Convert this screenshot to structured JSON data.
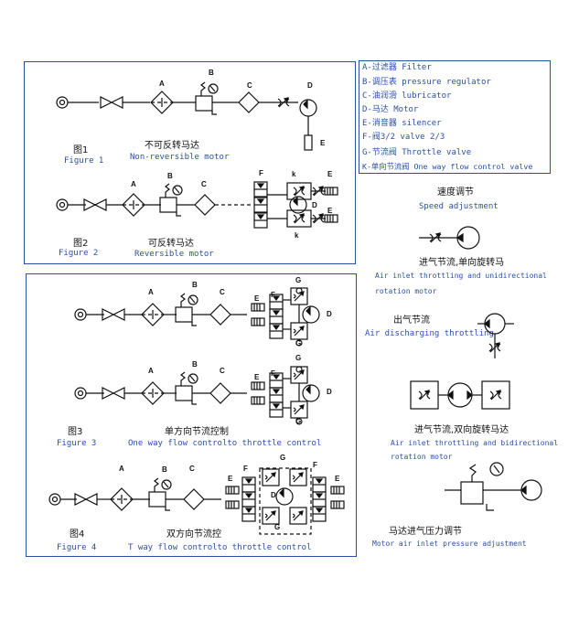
{
  "legend": [
    "A-过滤器  Filter",
    "B-调压表 pressure regulator",
    "C-油润滑 lubricator",
    "D-马达 Motor",
    "E-消音器 silencer",
    "F-阀3/2  valve 2/3",
    "G-节流阀 Throttle valve",
    "K-单向节流阀 One way flow control valve"
  ],
  "fig1": {
    "num_cn": "图1",
    "num_en": "Figure 1",
    "title_cn": "不可反转马达",
    "title_en": "Non-reversible motor"
  },
  "fig2": {
    "num_cn": "图2",
    "num_en": "Figure 2",
    "title_cn": "可反转马达",
    "title_en": "Reversible motor"
  },
  "fig3": {
    "num_cn": "图3",
    "num_en": "Figure 3",
    "title_cn": "单方向节流控制",
    "title_en": "One way flow controlto throttle control"
  },
  "fig4": {
    "num_cn": "图4",
    "num_en": "Figure 4",
    "title_cn": "双方向节流控",
    "title_en": "T way flow controlto throttle control"
  },
  "speed": {
    "cn": "速度调节",
    "en": "Speed adjustment"
  },
  "inlet_uni": {
    "cn": "进气节流,单向旋转马",
    "en1": "Air inlet throttling and unidirectional",
    "en2": "rotation motor"
  },
  "discharge": {
    "cn": "出气节流",
    "en": "Air discharging throttling"
  },
  "inlet_bi": {
    "cn": "进气节流,双向旋转马达",
    "en1": "Air inlet throttling and bidirectional",
    "en2": "rotation motor"
  },
  "pressure": {
    "cn": "马达进气压力调节",
    "en": "Motor air inlet pressure adjustment"
  },
  "component_labels": {
    "A": "A",
    "B": "B",
    "C": "C",
    "D": "D",
    "E": "E",
    "F": "F",
    "G": "G",
    "K": "k"
  }
}
